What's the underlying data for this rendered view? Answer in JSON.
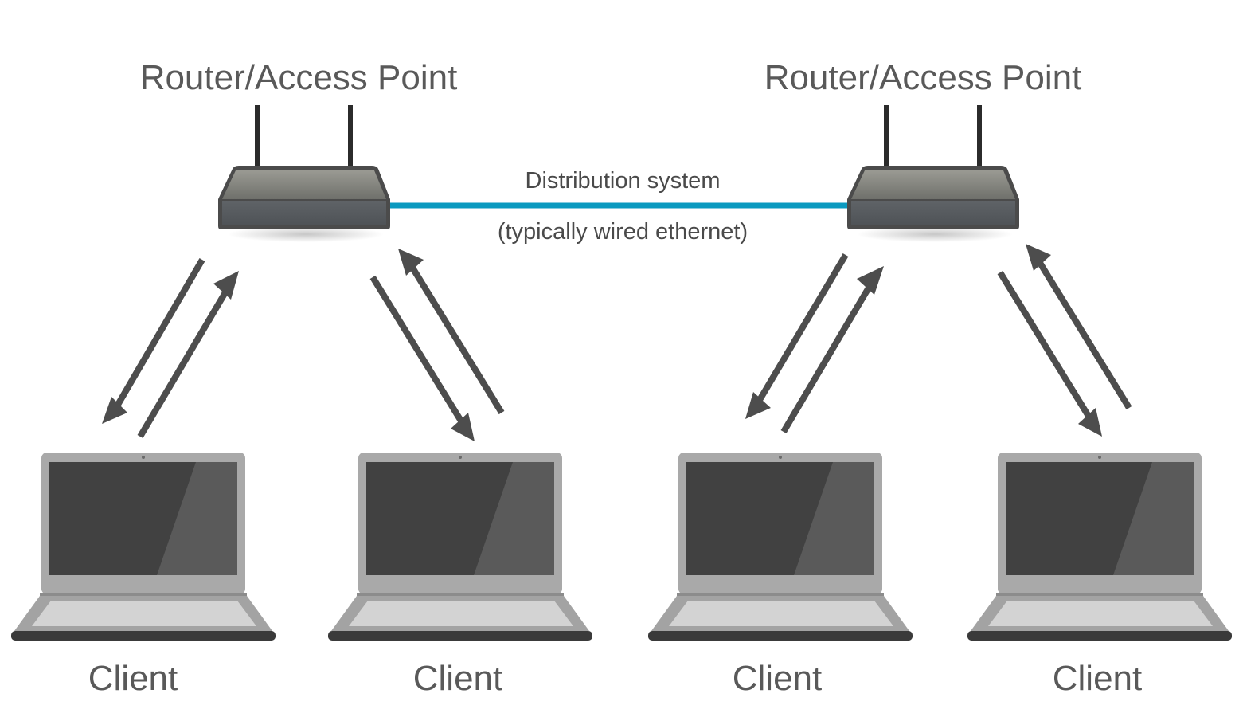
{
  "routers": [
    {
      "label": "Router/Access Point"
    },
    {
      "label": "Router/Access Point"
    }
  ],
  "link": {
    "label": "Distribution system",
    "sublabel": "(typically wired ethernet)",
    "color": "#0b9ac0"
  },
  "clients": [
    {
      "label": "Client"
    },
    {
      "label": "Client"
    },
    {
      "label": "Client"
    },
    {
      "label": "Client"
    }
  ],
  "colors": {
    "arrow": "#4d4d4d",
    "text": "#595959"
  },
  "icons": [
    "router-icon",
    "laptop-icon",
    "double-arrow-icon"
  ]
}
